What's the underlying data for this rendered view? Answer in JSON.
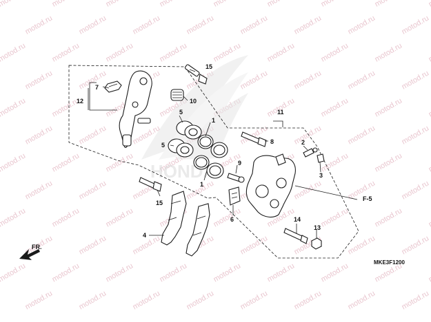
{
  "watermark": {
    "text": "motod.ru",
    "color": "#e9c6cf"
  },
  "background_logo": {
    "text": "HONDA",
    "color": "#d9d9d9"
  },
  "diagram_code": "MKE3F1200",
  "direction_arrow": {
    "label": "FR."
  },
  "page_ref": "F-5",
  "callouts": {
    "c1a": "1",
    "c1b": "1",
    "c2": "2",
    "c3": "3",
    "c4": "4",
    "c5a": "5",
    "c5b": "5",
    "c6": "6",
    "c7": "7",
    "c8": "8",
    "c9": "9",
    "c10": "10",
    "c11": "11",
    "c12": "12",
    "c13": "13",
    "c14": "14",
    "c15a": "15",
    "c15b": "15"
  },
  "colors": {
    "line": "#1a1a1a",
    "background": "#ffffff"
  }
}
